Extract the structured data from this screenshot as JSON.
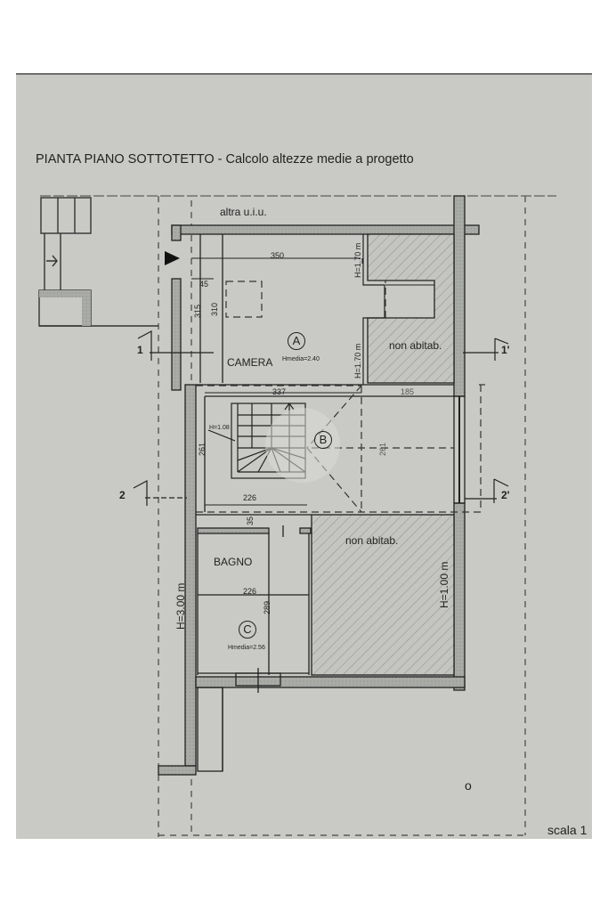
{
  "title": "PIANTA PIANO SOTTOTETTO - Calcolo altezze medie a progetto",
  "labels": {
    "altra_uiu": "altra u.i.u.",
    "camera": "CAMERA",
    "bagno": "BAGNO",
    "non_abitab_1": "non abitab.",
    "non_abitab_2": "non abitab."
  },
  "rooms": [
    {
      "id": "A",
      "hmedia": "Hmedia=2.40"
    },
    {
      "id": "B",
      "hmedia": ""
    },
    {
      "id": "C",
      "hmedia": "Hmedia=2.56"
    }
  ],
  "dimensions": {
    "d350": "350",
    "d45": "45",
    "d315": "315",
    "d310": "310",
    "d337": "337",
    "d185": "185",
    "d261_left": "261",
    "d261_right": "261",
    "d226_top": "226",
    "d35": "35",
    "d226_bagno": "226",
    "d289": "289"
  },
  "heights": {
    "h170_top": "H=1.70 m",
    "h170_mid": "H=1.70 m",
    "h108": "H=1.08",
    "h300": "H=3.00 m",
    "h100": "H=1.00 m"
  },
  "sections": {
    "s1": "1",
    "s1p": "1'",
    "s2": "2",
    "s2p": "2'"
  },
  "north_marker": "o",
  "scale": "scala 1"
}
